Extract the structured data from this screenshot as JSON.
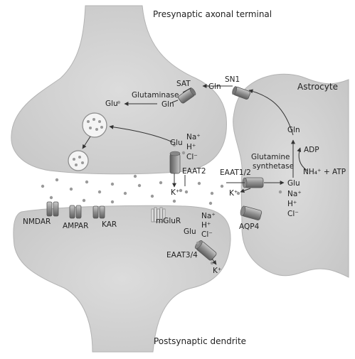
{
  "labels": {
    "presynaptic": "Presynaptic axonal terminal",
    "postsynaptic": "Postsynaptic dendrite",
    "astrocyte": "Astrocyte",
    "sat": "SAT",
    "sn1": "SN1",
    "gln_sn1": "Gln",
    "gln_sat": "Gln",
    "glutaminase": "Glutaminase",
    "glu_glutaminase": "Glu",
    "glu_eaat2": "Glu",
    "na_eaat2": "Na⁺",
    "h_eaat2": "H⁺",
    "cl_eaat2": "Cl⁻",
    "eaat2": "EAAT2",
    "k_eaat2": "K⁺",
    "gln_astro": "Gln",
    "adp": "ADP",
    "nh4_atp": "NH₄⁺ + ATP",
    "glutamine_synthetase_1": "Glutamine",
    "glutamine_synthetase_2": "synthetase",
    "eaat12": "EAAT1/2",
    "k_eaat12": "K⁺",
    "glu_eaat12": "Glu",
    "na_eaat12": "Na⁺",
    "h_eaat12": "H⁺",
    "cl_eaat12": "Cl⁻",
    "aqp4": "AQP4",
    "nmdar": "NMDAR",
    "ampar": "AMPAR",
    "kar": "KAR",
    "mglur": "mGluR",
    "na_eaat34": "Na⁺",
    "h_eaat34": "H⁺",
    "glu_eaat34": "Glu",
    "cl_eaat34": "Cl⁻",
    "eaat34": "EAAT3/4",
    "k_eaat34": "K⁺"
  },
  "colors": {
    "cell_fill": "#d2d2d2",
    "cell_edge": "#b8b8b8",
    "dot": "#9a9a9a",
    "transporter": "#8c8c8c"
  }
}
